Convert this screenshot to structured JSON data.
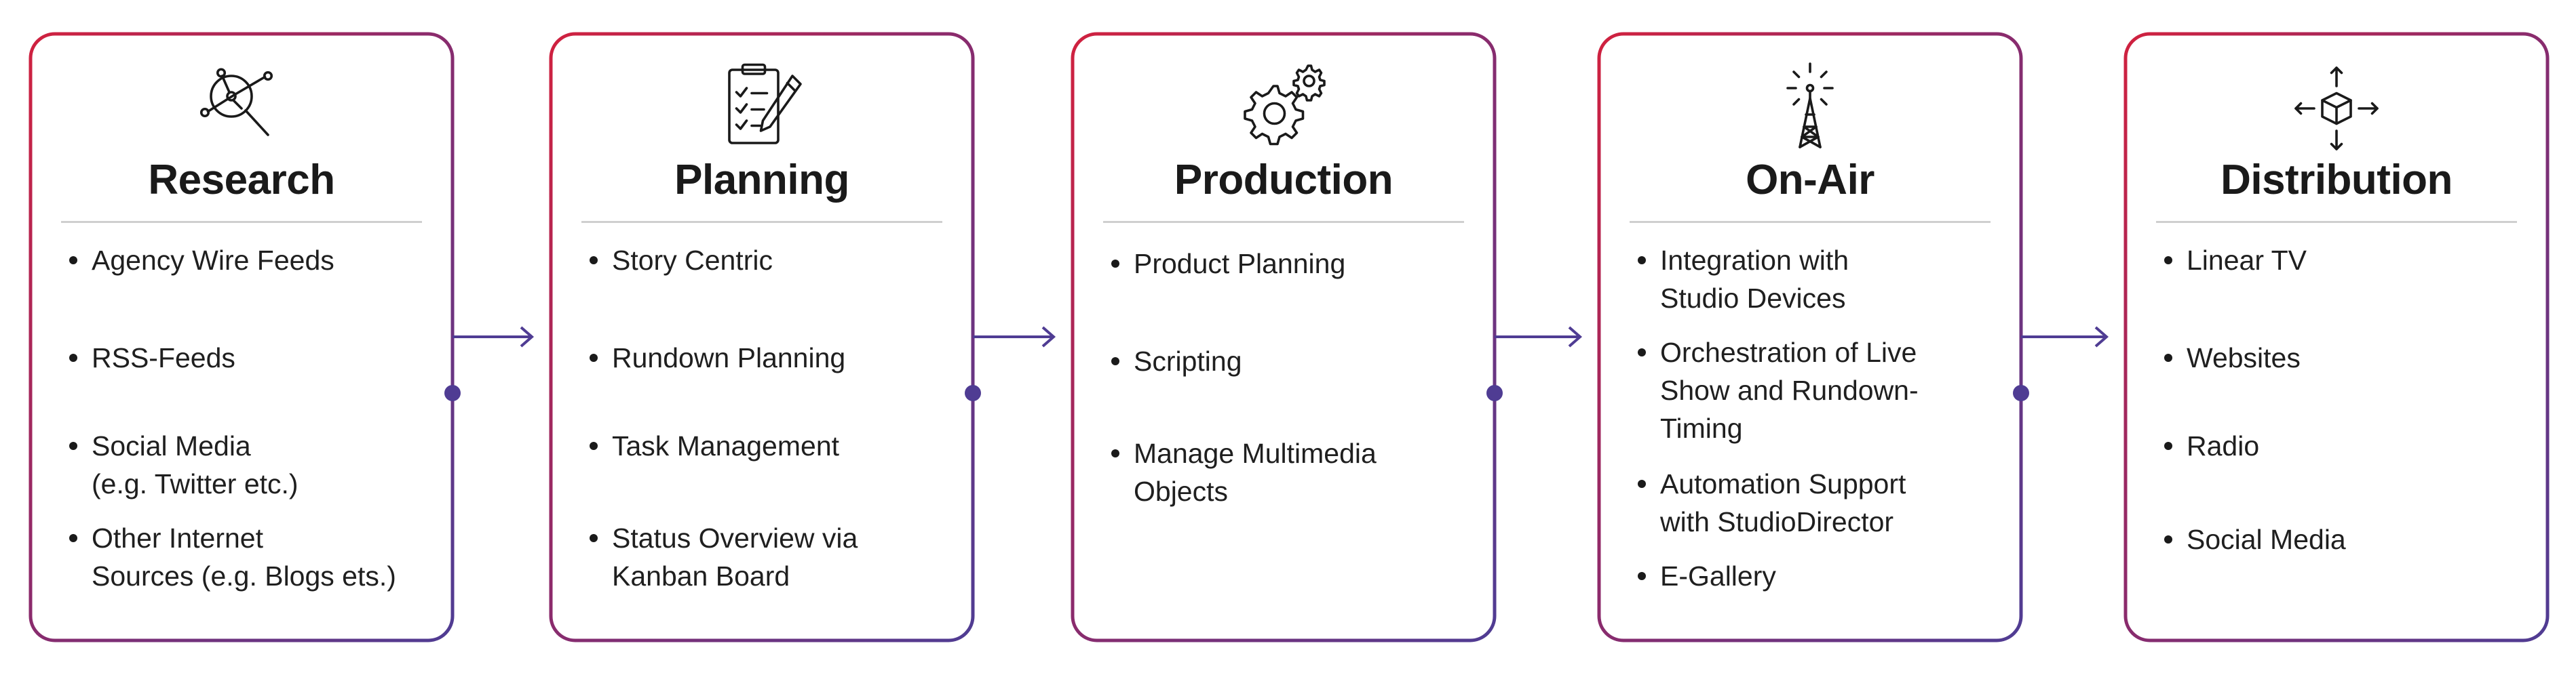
{
  "colors": {
    "red": "#d0213f",
    "purple": "#4f3c93",
    "text": "#1c1c1c",
    "divider": "#cfcfcf"
  },
  "stages": [
    {
      "title": "Research",
      "icon": "magnifier-network-icon",
      "items": [
        "Agency Wire Feeds",
        "RSS-Feeds",
        "Social Media\n(e.g. Twitter etc.)",
        "Other Internet\nSources (e.g. Blogs ets.)"
      ]
    },
    {
      "title": "Planning",
      "icon": "clipboard-pencil-icon",
      "items": [
        "Story Centric",
        "Rundown Planning",
        "Task Management",
        "Status Overview via\nKanban Board"
      ]
    },
    {
      "title": "Production",
      "icon": "gears-icon",
      "items": [
        "Product Planning",
        "Scripting",
        "Manage Multimedia\nObjects"
      ]
    },
    {
      "title": "On-Air",
      "icon": "broadcast-tower-icon",
      "items": [
        "Integration with\nStudio Devices",
        "Orchestration of Live\nShow and Rundown-\nTiming",
        "Automation Support\nwith StudioDirector",
        "E-Gallery"
      ]
    },
    {
      "title": "Distribution",
      "icon": "cube-arrows-icon",
      "items": [
        "Linear TV",
        "Websites",
        "Radio",
        "Social Media"
      ]
    }
  ]
}
